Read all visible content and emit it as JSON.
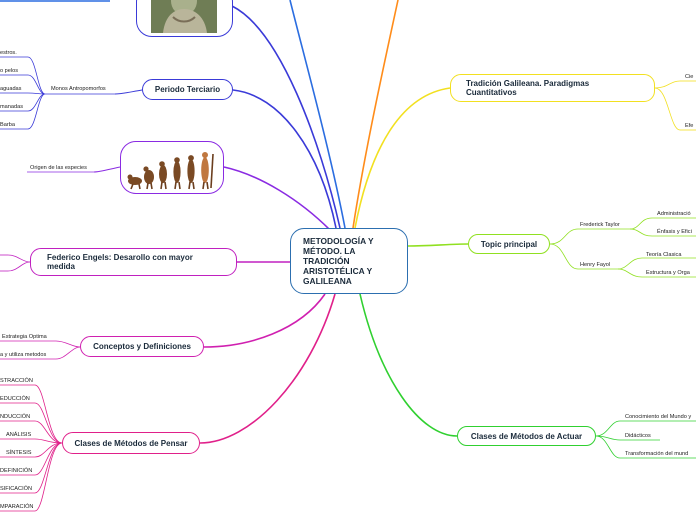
{
  "central": {
    "title": "METODOLOGÍA Y MÉTODO. LA TRADICIÓN ARISTOTÉLICA Y GALILEANA"
  },
  "left": {
    "terciario": {
      "label": "Periodo Terciario",
      "sub": "Monos Antropomorfos",
      "leaves": [
        "estros.",
        "o pelos",
        "aguadas",
        "manadas",
        "Barba"
      ]
    },
    "origin": {
      "leaf": "Origen de las especies"
    },
    "engels": {
      "label": "Federico Engels: Desarollo con mayor medida"
    },
    "conceptos": {
      "label": "Conceptos y Definiciones",
      "leaves": [
        "Estrategia Optima",
        "a y utiliza metodos"
      ]
    },
    "pensar": {
      "label": "Clases de Métodos de Pensar",
      "leaves": [
        "STRACCIÓN",
        "EDUCCIÓN",
        "NDUCCIÓN",
        "ANÁLISIS",
        "SÍNTESIS",
        "DEFINICIÓN",
        "SIFICACIÓN",
        "MPARACIÓN"
      ]
    }
  },
  "right": {
    "galileana": {
      "label": "Tradición Galileana. Paradigmas Cuantitativos",
      "leaves": [
        "Cie",
        "Efe"
      ]
    },
    "topic": {
      "label": "Topic principal",
      "taylor": {
        "label": "Frederick Taylor",
        "leaves": [
          "Administració",
          "Énfasis y Efici"
        ]
      },
      "fayol": {
        "label": "Henry Fayol",
        "leaves": [
          "Teoría Clasica",
          "Estructura y Orga"
        ]
      }
    },
    "actuar": {
      "label": "Clases de Métodos de Actuar",
      "leaves": [
        "Conocimiento del Mundo y",
        "Didácticos",
        "Transformación del mund"
      ]
    }
  },
  "colors": {
    "central": "#2c6fb0",
    "terciario": "#3a3ad8",
    "origin": "#8a2be2",
    "engels": "#c020c0",
    "conceptos": "#d020b0",
    "pensar": "#e0208a",
    "galileana": "#f2e020",
    "topic": "#90e020",
    "actuar": "#30d030",
    "top_orange": "#ff8c1a",
    "top_blue": "#2b6de0"
  }
}
